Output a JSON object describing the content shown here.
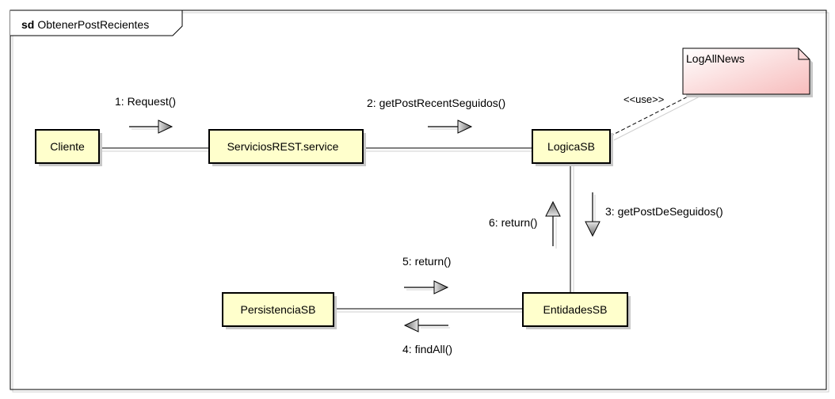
{
  "frame": {
    "kind": "sd",
    "name": "ObtenerPostRecientes"
  },
  "objects": {
    "cliente": "Cliente",
    "servicios": "ServiciosREST.service",
    "logica": "LogicaSB",
    "entidades": "EntidadesSB",
    "persistencia": "PersistenciaSB"
  },
  "note": {
    "text": "LogAllNews",
    "stereotype": "<<use>>"
  },
  "messages": {
    "m1": "1: Request()",
    "m2": "2: getPostRecentSeguidos()",
    "m3": "3: getPostDeSeguidos()",
    "m4": "4: findAll()",
    "m5": "5: return()",
    "m6": "6: return()"
  },
  "colors": {
    "object_fill": "#ffffcc",
    "note_fill_start": "#ffffff",
    "note_fill_end": "#f9c7c7",
    "line": "#000000",
    "shadow": "#c8c8c8",
    "arrow_gray": "#808080"
  }
}
